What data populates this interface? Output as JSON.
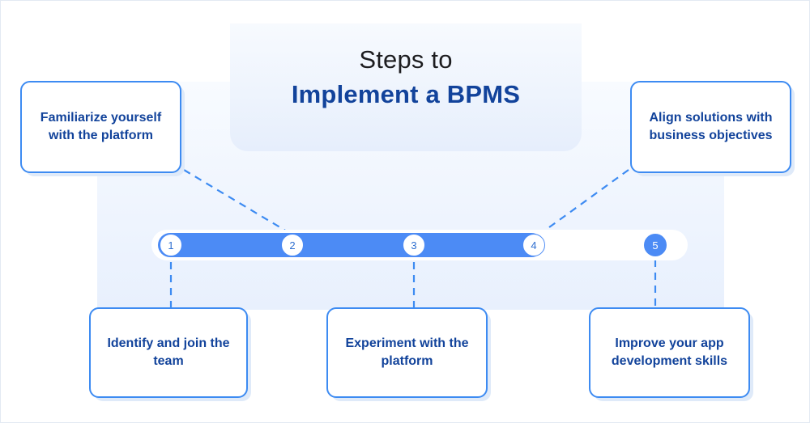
{
  "header": {
    "title_line1": "Steps to",
    "title_line2": "Implement a BPMS"
  },
  "colors": {
    "accent_blue": "#4c8bf5",
    "card_border": "#3d8bf2",
    "text_blue": "#12439b",
    "title_dark": "#1d1d20",
    "panel_bg_top": "#f8fbff",
    "panel_bg_bottom": "#e8f0fd",
    "track_bg": "#ffffff"
  },
  "progress": {
    "total_steps": 5,
    "completed_steps": 4,
    "steps": [
      {
        "number": "1",
        "state": "light"
      },
      {
        "number": "2",
        "state": "light"
      },
      {
        "number": "3",
        "state": "light"
      },
      {
        "number": "4",
        "state": "light"
      },
      {
        "number": "5",
        "state": "filled"
      }
    ]
  },
  "cards": {
    "top_left": {
      "text": "Familiarize yourself with the platform",
      "step": "2"
    },
    "top_right": {
      "text": "Align solutions with business objectives",
      "step": "4"
    },
    "bottom_1": {
      "text": "Identify and join the team",
      "step": "1"
    },
    "bottom_2": {
      "text": "Experiment with the platform",
      "step": "3"
    },
    "bottom_3": {
      "text": "Improve your app development skills",
      "step": "5"
    }
  }
}
